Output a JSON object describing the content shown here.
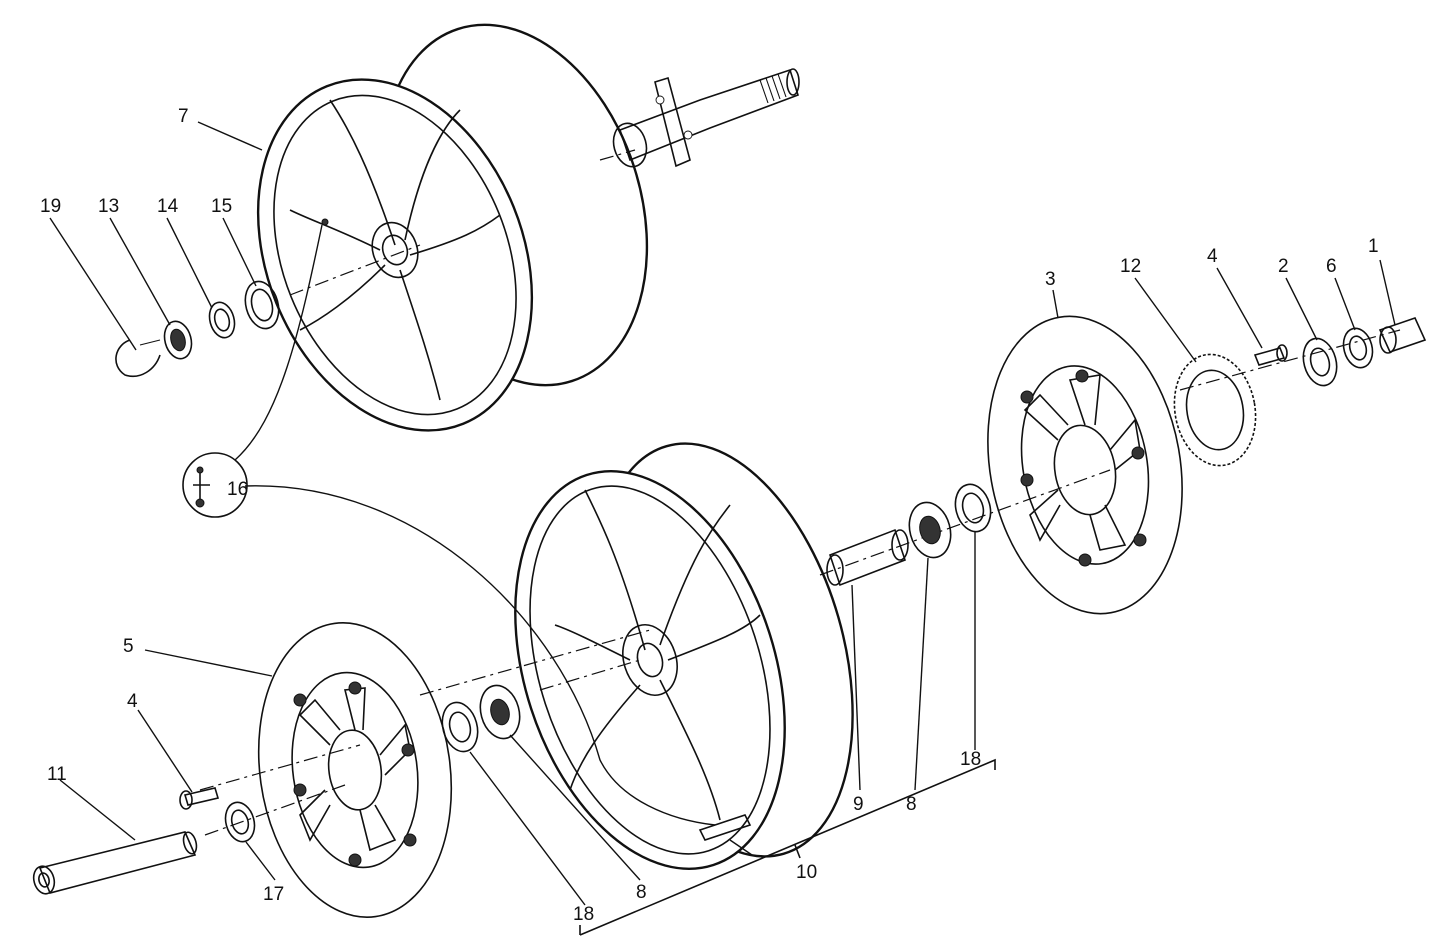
{
  "callouts": [
    {
      "id": "c1",
      "label": "1"
    },
    {
      "id": "c2",
      "label": "2"
    },
    {
      "id": "c3",
      "label": "3"
    },
    {
      "id": "c4a",
      "label": "4"
    },
    {
      "id": "c4b",
      "label": "4"
    },
    {
      "id": "c5",
      "label": "5"
    },
    {
      "id": "c6",
      "label": "6"
    },
    {
      "id": "c7",
      "label": "7"
    },
    {
      "id": "c8a",
      "label": "8"
    },
    {
      "id": "c8b",
      "label": "8"
    },
    {
      "id": "c9",
      "label": "9"
    },
    {
      "id": "c10",
      "label": "10"
    },
    {
      "id": "c11",
      "label": "11"
    },
    {
      "id": "c12",
      "label": "12"
    },
    {
      "id": "c13",
      "label": "13"
    },
    {
      "id": "c14",
      "label": "14"
    },
    {
      "id": "c15",
      "label": "15"
    },
    {
      "id": "c16",
      "label": "16"
    },
    {
      "id": "c17",
      "label": "17"
    },
    {
      "id": "c18a",
      "label": "18"
    },
    {
      "id": "c18b",
      "label": "18"
    },
    {
      "id": "c19",
      "label": "19"
    }
  ]
}
